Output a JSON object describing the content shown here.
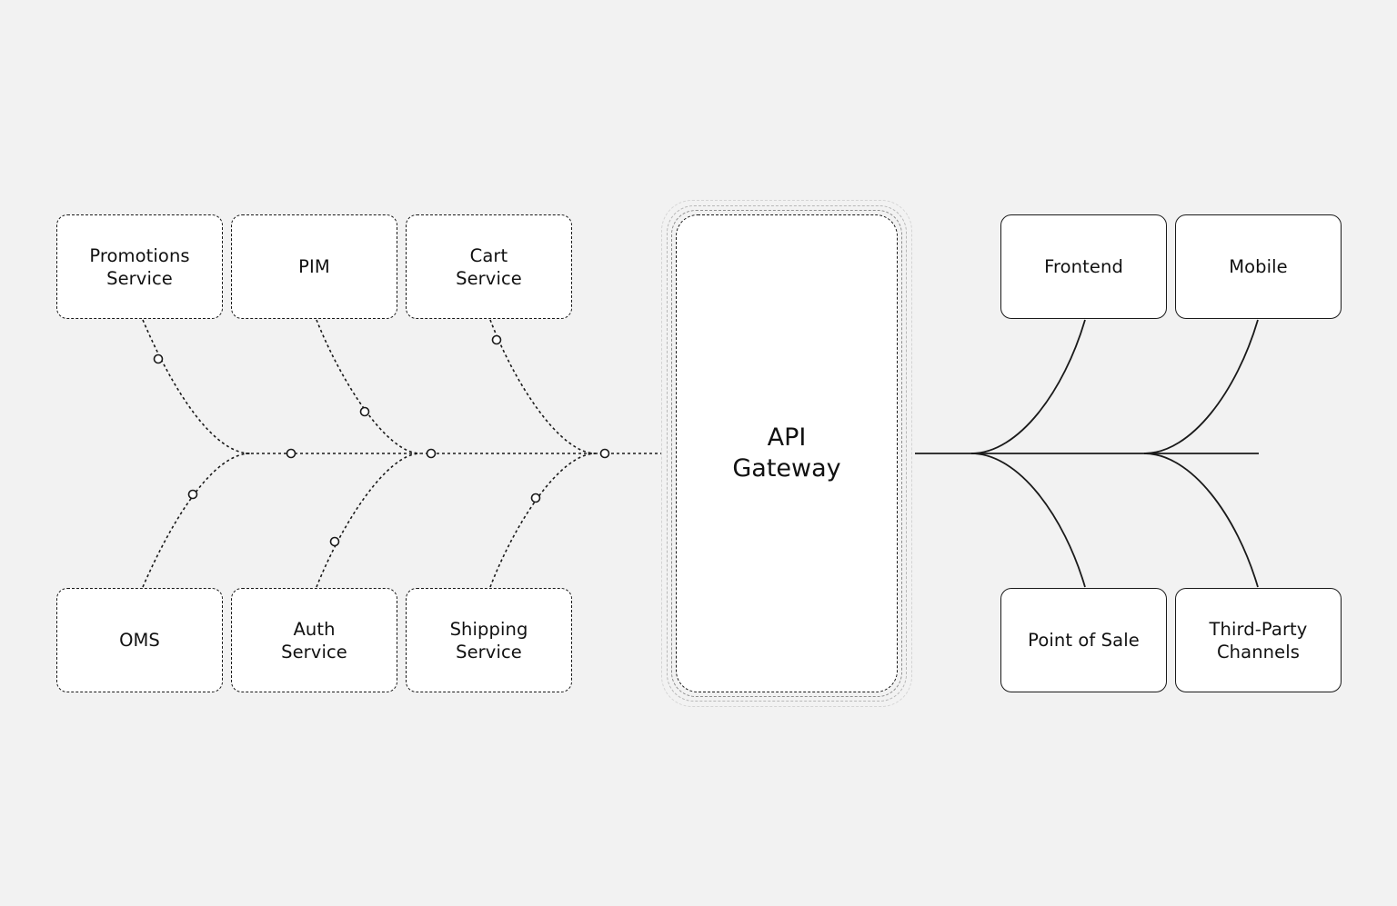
{
  "services": {
    "promotions": "Promotions\nService",
    "pim": "PIM",
    "cart": "Cart\nService",
    "oms": "OMS",
    "auth": "Auth\nService",
    "shipping": "Shipping\nService"
  },
  "gateway": {
    "label": "API\nGateway"
  },
  "channels": {
    "frontend": "Frontend",
    "mobile": "Mobile",
    "pos": "Point of Sale",
    "third_party": "Third-Party\nChannels"
  },
  "colors": {
    "background": "#f2f2f2",
    "box_fill": "#ffffff",
    "stroke": "#1a1a1a"
  }
}
